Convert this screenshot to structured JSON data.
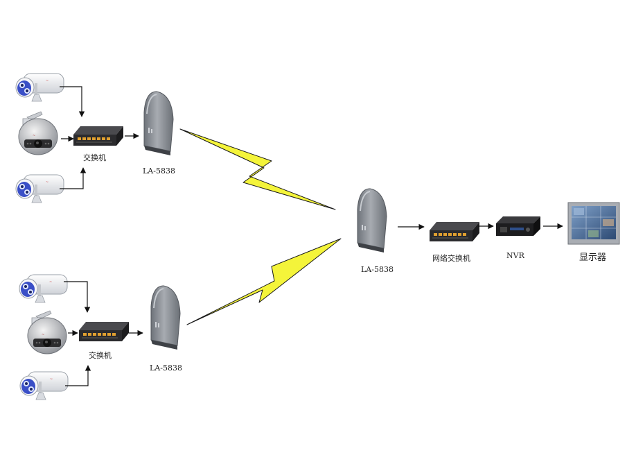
{
  "labels": {
    "switch_top": "交换机",
    "switch_bottom": "交换机",
    "antenna_top": "LA-5838",
    "antenna_bottom": "LA-5838",
    "antenna_receiver": "LA-5838",
    "network_switch": "网络交换机",
    "nvr": "NVR",
    "display": "显示器"
  },
  "colors": {
    "lightning": "#f4f43a",
    "lightning_outline": "#1a1a1a",
    "antenna_body": "#8a8f96",
    "camera_body": "#f2f2f4",
    "camera_accent": "#3a4fc7",
    "switch_body": "#2b2b2e",
    "switch_ports": "#e0a030",
    "screen_bg": "#4a6a96"
  },
  "icons": [
    "bullet-camera-icon",
    "dome-camera-icon",
    "switch-icon",
    "antenna-icon",
    "nvr-icon",
    "monitor-icon",
    "lightning-icon"
  ]
}
